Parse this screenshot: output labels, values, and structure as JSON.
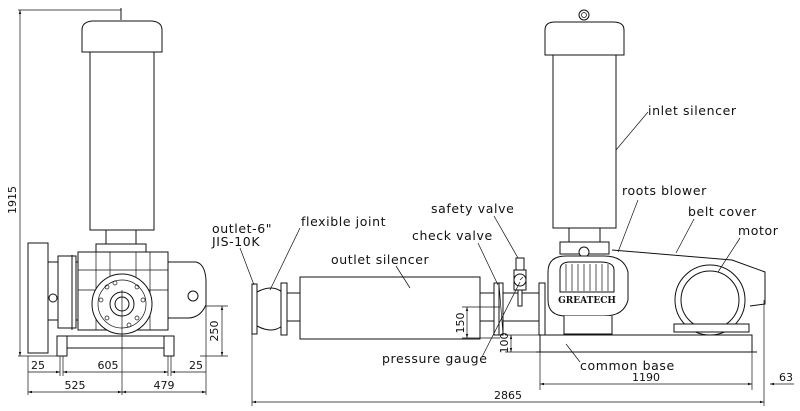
{
  "labels": {
    "outlet": [
      "outlet-6\"",
      "JIS-10K"
    ],
    "flexible_joint": "flexible joint",
    "outlet_silencer": "outlet silencer",
    "safety_valve": "safety valve",
    "check_valve": "check valve",
    "pressure_gauge": "pressure gauge",
    "inlet_silencer": "inlet silencer",
    "roots_blower": "roots blower",
    "belt_cover": "belt cover",
    "motor": "motor",
    "common_base": "common base",
    "brand": "GREATECH"
  },
  "dimensions": {
    "overall_height": "1915",
    "front_left_edge": "25",
    "front_foot_span": "605",
    "front_right_edge": "25",
    "front_left_width": "525",
    "front_right_width": "479",
    "outlet_center_height": "250",
    "pipe_height": "150",
    "base_height": "100",
    "base_length": "1190",
    "motor_overhang": "63",
    "overall_length": "2865"
  }
}
